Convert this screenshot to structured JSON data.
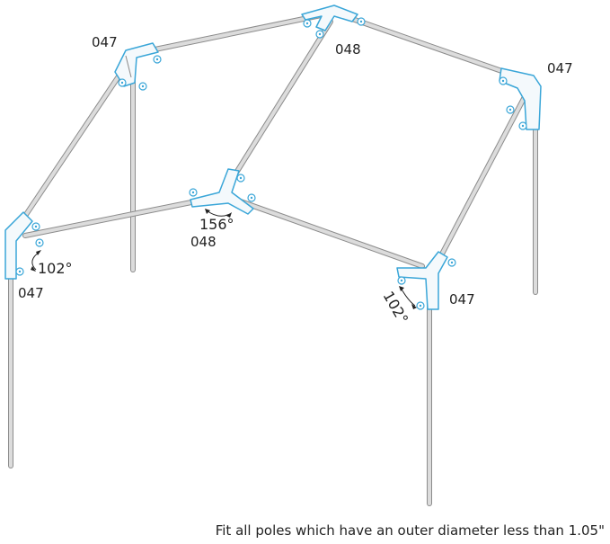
{
  "labels": {
    "top_left_corner": "047",
    "top_center_joint": "048",
    "top_right_corner": "047",
    "front_left_corner": "047",
    "front_center_joint": "048",
    "front_right_corner": "047"
  },
  "angles": {
    "center_joint": "156°",
    "front_left": "102°",
    "front_right": "102°"
  },
  "caption": "Fit all poles which have an outer diameter less than 1.05\"",
  "colors": {
    "bracket_outline": "#3aa6d8",
    "pole": "#8c8c8c",
    "background": "#ffffff"
  }
}
